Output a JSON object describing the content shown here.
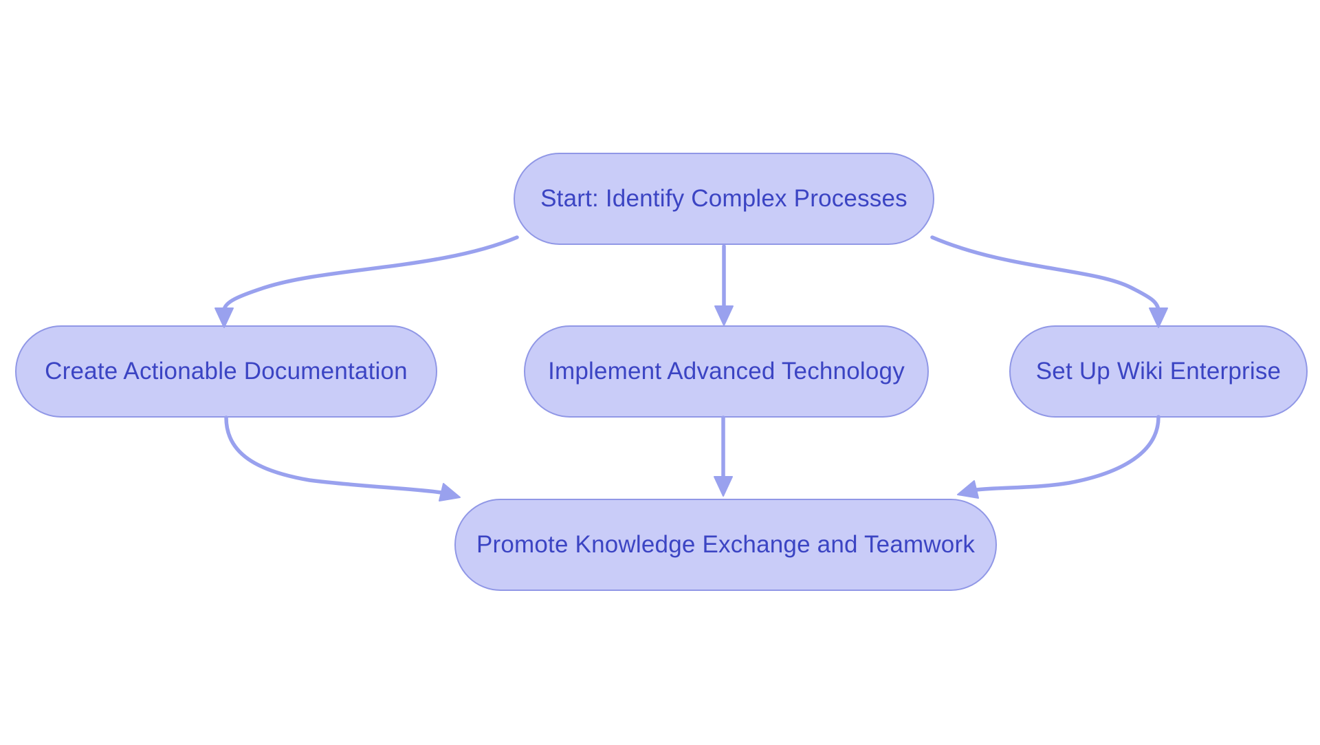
{
  "diagram": {
    "type": "flowchart",
    "direction": "top-down",
    "nodes": [
      {
        "id": "start",
        "label": "Start: Identify Complex Processes"
      },
      {
        "id": "doc",
        "label": "Create Actionable Documentation"
      },
      {
        "id": "tech",
        "label": "Implement Advanced Technology"
      },
      {
        "id": "wiki",
        "label": "Set Up Wiki Enterprise"
      },
      {
        "id": "promote",
        "label": "Promote Knowledge Exchange and Teamwork"
      }
    ],
    "edges": [
      {
        "from": "start",
        "to": "doc"
      },
      {
        "from": "start",
        "to": "tech"
      },
      {
        "from": "start",
        "to": "wiki"
      },
      {
        "from": "doc",
        "to": "promote"
      },
      {
        "from": "tech",
        "to": "promote"
      },
      {
        "from": "wiki",
        "to": "promote"
      }
    ]
  },
  "colors": {
    "background": "#ffffff",
    "node-fill": "#c9ccf8",
    "node-border": "#9097e6",
    "edge": "#99a1ee",
    "text": "#3b44c3"
  }
}
